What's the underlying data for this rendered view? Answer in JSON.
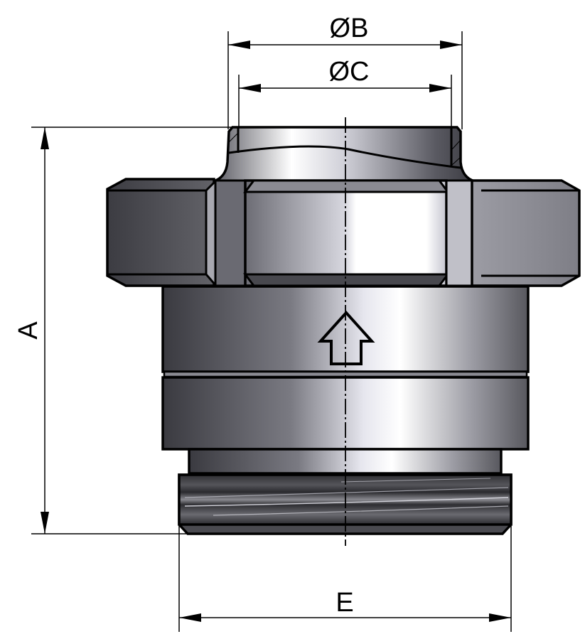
{
  "drawing": {
    "type": "technical-drawing",
    "subject": "threaded hex union fitting with flow-direction arrow",
    "background": "#ffffff",
    "line_color": "#000000",
    "metal_colors": {
      "dark": "#3a3a40",
      "mid": "#6e6e76",
      "light": "#c6c6ce",
      "highlight": "#ffffff"
    }
  },
  "dimensions": {
    "B": {
      "label": "ØB",
      "orientation": "horizontal",
      "description": "outer diameter of top spigot"
    },
    "C": {
      "label": "ØC",
      "orientation": "horizontal",
      "description": "inner diameter of top spigot"
    },
    "A": {
      "label": "A",
      "orientation": "vertical",
      "description": "overall height"
    },
    "E": {
      "label": "E",
      "orientation": "horizontal",
      "description": "thread outer width"
    }
  },
  "annotations": {
    "flow_arrow": "up-arrow",
    "centerline": "dash-dot"
  }
}
